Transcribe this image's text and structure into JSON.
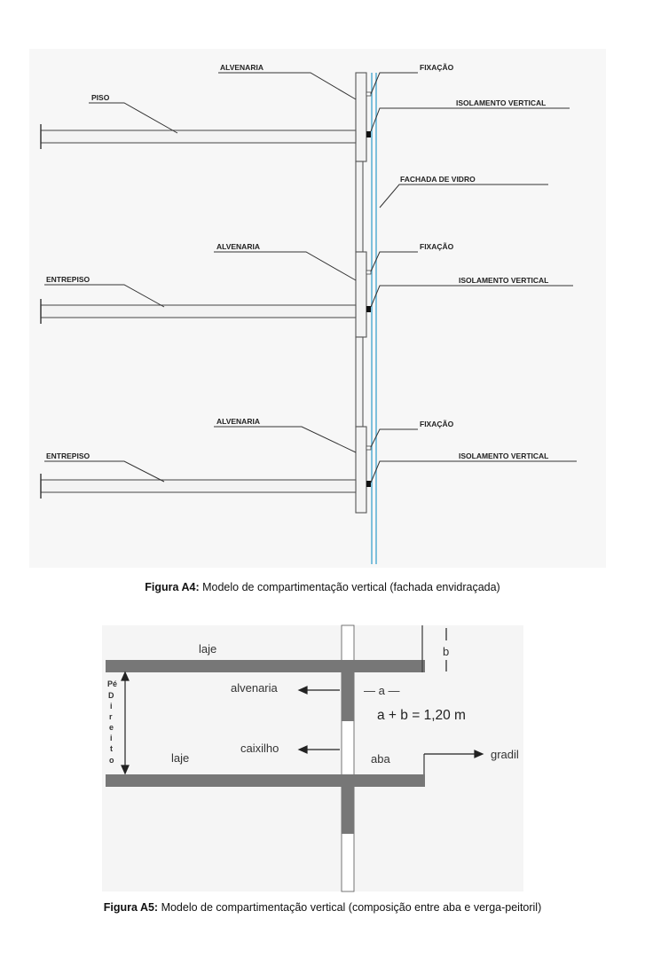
{
  "figure_a4": {
    "labels": {
      "alvenaria": "ALVENARIA",
      "fixacao": "FIXAÇÃO",
      "isolamento": "ISOLAMENTO VERTICAL",
      "piso": "PISO",
      "fachada": "FACHADA DE VIDRO",
      "entrepiso": "ENTREPISO"
    },
    "caption_prefix": "Figura A4:",
    "caption_text": " Modelo de compartimentação vertical (fachada envidraçada)"
  },
  "figure_a5": {
    "labels": {
      "laje": "laje",
      "b": "b",
      "pe_direito": [
        "P",
        "é",
        "D",
        "i",
        "r",
        "e",
        "i",
        "t",
        "o"
      ],
      "alvenaria": "alvenaria",
      "a": "— a —",
      "equation": "a + b = 1,20 m",
      "caixilho": "caixilho",
      "aba": "aba",
      "gradil": "gradil"
    },
    "caption_prefix": "Figura A5:",
    "caption_text": " Modelo de compartimentação vertical (composição entre aba e verga-peitoril)"
  }
}
